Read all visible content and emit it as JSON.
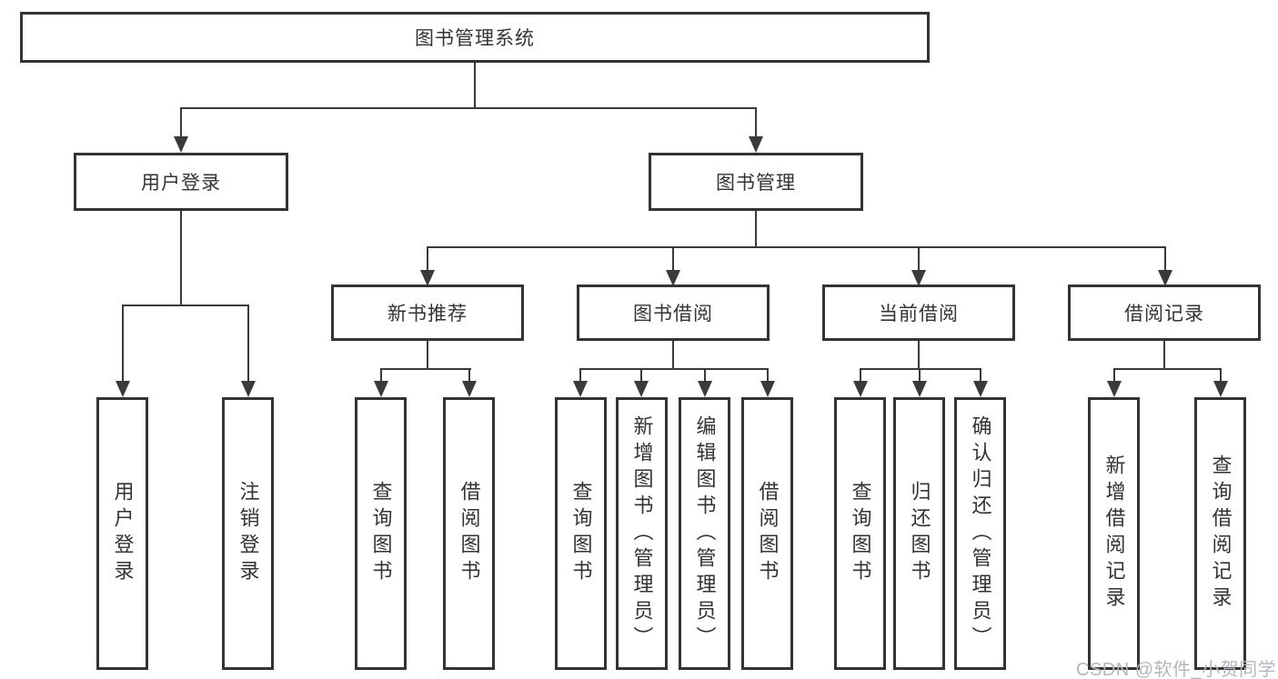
{
  "diagram_type": "hierarchy-tree",
  "colors": {
    "background": "#ffffff",
    "box_border": "#333333",
    "line": "#3a3a3a",
    "text": "#333333",
    "watermark_text": "#b3b7bc"
  },
  "hierarchy": {
    "root": "图书管理系统",
    "children": [
      {
        "label": "用户登录",
        "children": [
          "用户登录",
          "注销登录"
        ]
      },
      {
        "label": "图书管理",
        "children": [
          {
            "label": "新书推荐",
            "children": [
              "查询图书",
              "借阅图书"
            ]
          },
          {
            "label": "图书借阅",
            "children": [
              "查询图书",
              "新增图书（管理员）",
              "编辑图书（管理员）",
              "借阅图书"
            ]
          },
          {
            "label": "当前借阅",
            "children": [
              "查询图书",
              "归还图书",
              "确认归还（管理员）"
            ]
          },
          {
            "label": "借阅记录",
            "children": [
              "新增借阅记录",
              "查询借阅记录"
            ]
          }
        ]
      }
    ]
  },
  "watermark": {
    "text": "CSDN @软件_小贺同学"
  }
}
